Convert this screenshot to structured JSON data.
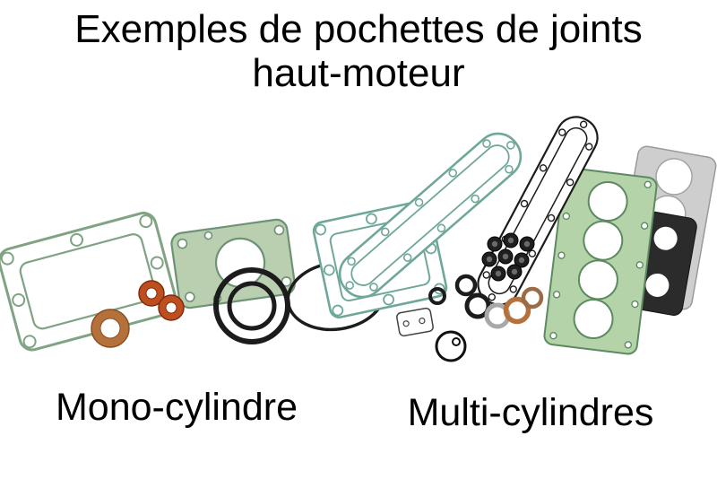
{
  "title": {
    "line1": "Exemples de pochettes de joints",
    "line2": "haut-moteur"
  },
  "captions": {
    "mono": "Mono-cylindre",
    "multi": "Multi-cylindres"
  },
  "colors": {
    "background": "#ffffff",
    "text": "#000000",
    "gasket_green": "#7fa383",
    "gasket_light_green": "#b9cfb0",
    "gasket_teal": "#6fa89b",
    "multi_head_green": "#b5d3a9",
    "copper": "#b5713c",
    "orange_ring": "#bf4e1e",
    "black_ring": "#1c1c1c",
    "gray_gasket": "#cecece"
  }
}
